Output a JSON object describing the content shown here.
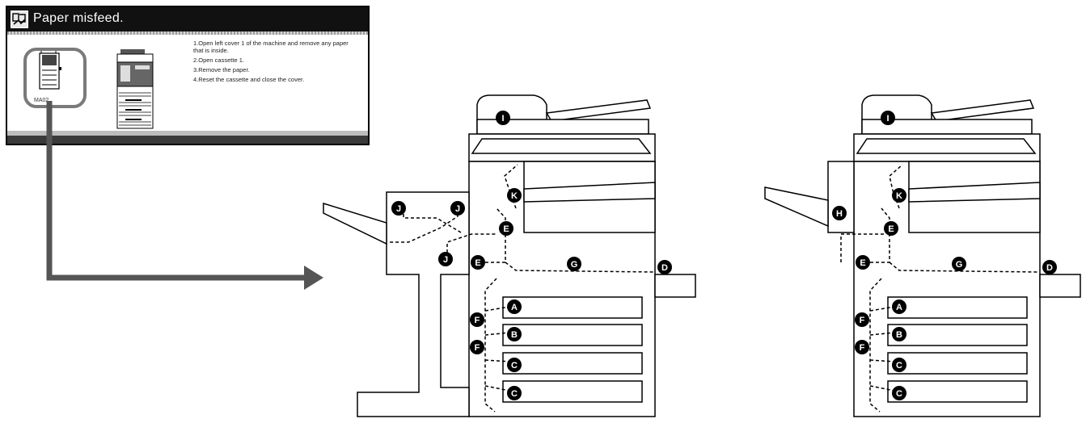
{
  "panel": {
    "title": "Paper misfeed.",
    "icon": "paper-jam-icon",
    "thumbnail_label": "MA02",
    "instructions": [
      "1.Open left cover 1 of the machine and remove any paper that is inside.",
      "2.Open cassette 1.",
      "3.Remove the paper.",
      "4.Reset the cassette and close the cover."
    ]
  },
  "markers": {
    "left_machine": {
      "document_processor": "I",
      "finisher_top_left": "J",
      "finisher_top_right": "J",
      "finisher_middle": "J",
      "inner_tray": "K",
      "left_cover_upper": "E",
      "left_cover_lower": "E",
      "transfer": "G",
      "bypass": "D",
      "cassette_1": "A",
      "cassette_2": "B",
      "cassette_3": "C",
      "cassette_4": "C",
      "feed_upper": "F",
      "feed_lower": "F"
    },
    "right_machine": {
      "document_processor": "I",
      "job_separator": "H",
      "inner_tray": "K",
      "left_cover_upper": "E",
      "left_cover_lower": "E",
      "transfer": "G",
      "bypass": "D",
      "cassette_1": "A",
      "cassette_2": "B",
      "cassette_3": "C",
      "cassette_4": "C",
      "feed_upper": "F",
      "feed_lower": "F"
    }
  },
  "colors": {
    "arrow": "#555555",
    "highlight": "#7a7a7a",
    "line": "#000000"
  }
}
